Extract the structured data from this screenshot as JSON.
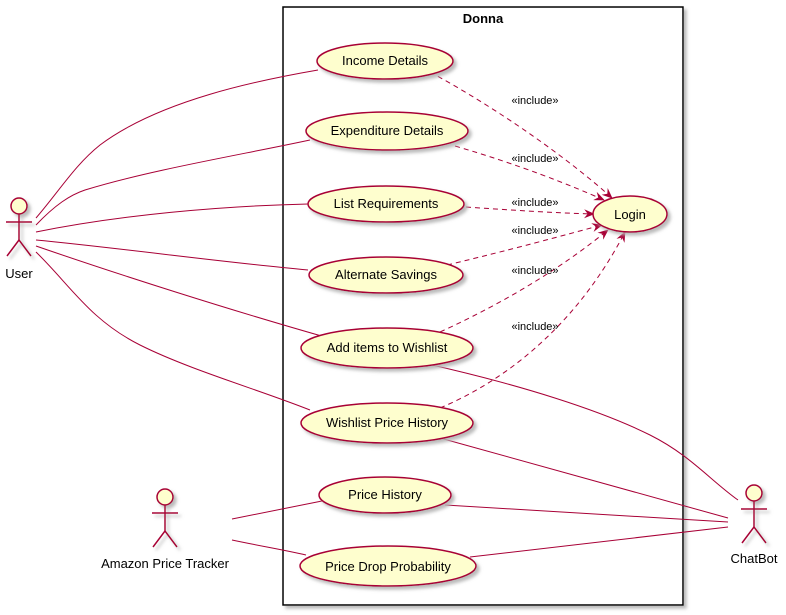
{
  "colors": {
    "usecase_fill": "#FEFECE",
    "stroke": "#A80036",
    "boundary": "#000000",
    "shadow": "#C8C8C8"
  },
  "system": {
    "name": "Donna"
  },
  "actors": {
    "user": "User",
    "tracker": "Amazon Price Tracker",
    "chatbot": "ChatBot"
  },
  "usecases": {
    "income": "Income Details",
    "expenditure": "Expenditure Details",
    "requirements": "List Requirements",
    "savings": "Alternate Savings",
    "wishlist_add": "Add items to Wishlist",
    "wishlist_history": "Wishlist Price History",
    "price_history": "Price History",
    "price_drop": "Price Drop Probability",
    "login": "Login"
  },
  "include_label": "«include»"
}
